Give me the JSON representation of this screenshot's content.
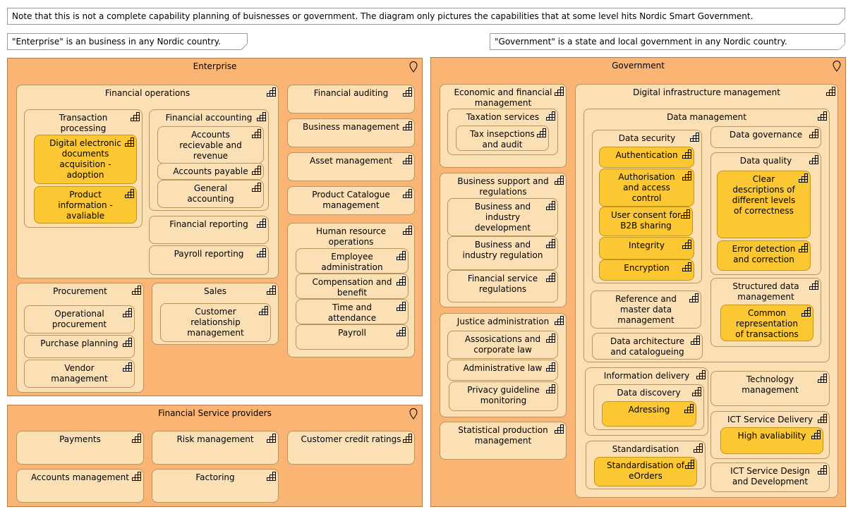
{
  "notes": {
    "scope": "Note that this is not a complete capability planning of buisnesses or government. The diagram only pictures the capabilities that at some level hits Nordic Smart Government.",
    "enterprise_def": "\"Enterprise\" is an business in any Nordic country.",
    "government_def": "\"Government\" is a state and local government in any Nordic country."
  },
  "groups": {
    "enterprise": "Enterprise",
    "government": "Government",
    "fsp": "Financial Service providers"
  },
  "icons": {
    "group": "location-pin-icon",
    "capability": "capability-icon"
  },
  "colors": {
    "group_fill": "#fab575",
    "capability_fill": "#fbe0b6",
    "highlight_fill": "#fbc833"
  },
  "ent": {
    "finops": "Financial operations",
    "txproc": "Transaction processing",
    "digdoc": "Digital electronic documents acquisition - adoption",
    "prodinfo": "Product information - avaliable",
    "finacc": "Financial accounting",
    "acctrec": "Accounts recievable and revenue",
    "acctpay": "Accounts payable",
    "genacc": "General accounting",
    "finrep": "Financial reporting",
    "payrep": "Payroll reporting",
    "finaud": "Financial auditing",
    "busmgmt": "Business management",
    "assetmgmt": "Asset management",
    "prodcat": "Product Catalogue management",
    "hr": "Human resource operations",
    "empadmin": "Employee administration",
    "comp": "Compensation and benefit",
    "time": "Time and attendance",
    "payroll": "Payroll",
    "procurement": "Procurement",
    "opproc": "Operational procurement",
    "purch": "Purchase planning",
    "vendor": "Vendor management",
    "sales": "Sales",
    "crm": "Customer relationship management"
  },
  "fsp": {
    "payments": "Payments",
    "risk": "Risk management",
    "credit": "Customer credit ratings",
    "accounts": "Accounts management",
    "factoring": "Factoring"
  },
  "gov": {
    "econ": "Economic and financial management",
    "tax": "Taxation services",
    "taxaudit": "Tax insepctions and audit",
    "bsr": "Business support and regulations",
    "bid": "Business and industry development",
    "bir": "Business and industry regulation",
    "fsr": "Financial service regulations",
    "justice": "Justice administration",
    "assoc": "Assosications and corporate law",
    "adminlaw": "Administrative law",
    "privacy": "Privacy guideline monitoring",
    "stat": "Statistical production management",
    "dim": "Digital infrastructure management",
    "datamgmt": "Data management",
    "datasec": "Data security",
    "auth": "Authentication",
    "authz": "Authorisation and access control",
    "consent": "User consent for B2B sharing",
    "integrity": "Integrity",
    "encryption": "Encryption",
    "refdata": "Reference and master data management",
    "arch": "Data architecture and catalogueing",
    "datagov": "Data governance",
    "dataq": "Data quality",
    "clear": "Clear descriptions of different levels of correctness",
    "errdet": "Error detection and correction",
    "structured": "Structured data management",
    "common": "Common representation of transactions",
    "infodel": "Information delivery",
    "datadisc": "Data discovery",
    "addr": "Adressing",
    "tech": "Technology management",
    "ictsd": "ICT Service Delivery",
    "highavail": "High avaliability",
    "std": "Standardisation",
    "stdeo": "Standardisation of eOrders",
    "ictdev": "ICT Service Design and Development"
  }
}
